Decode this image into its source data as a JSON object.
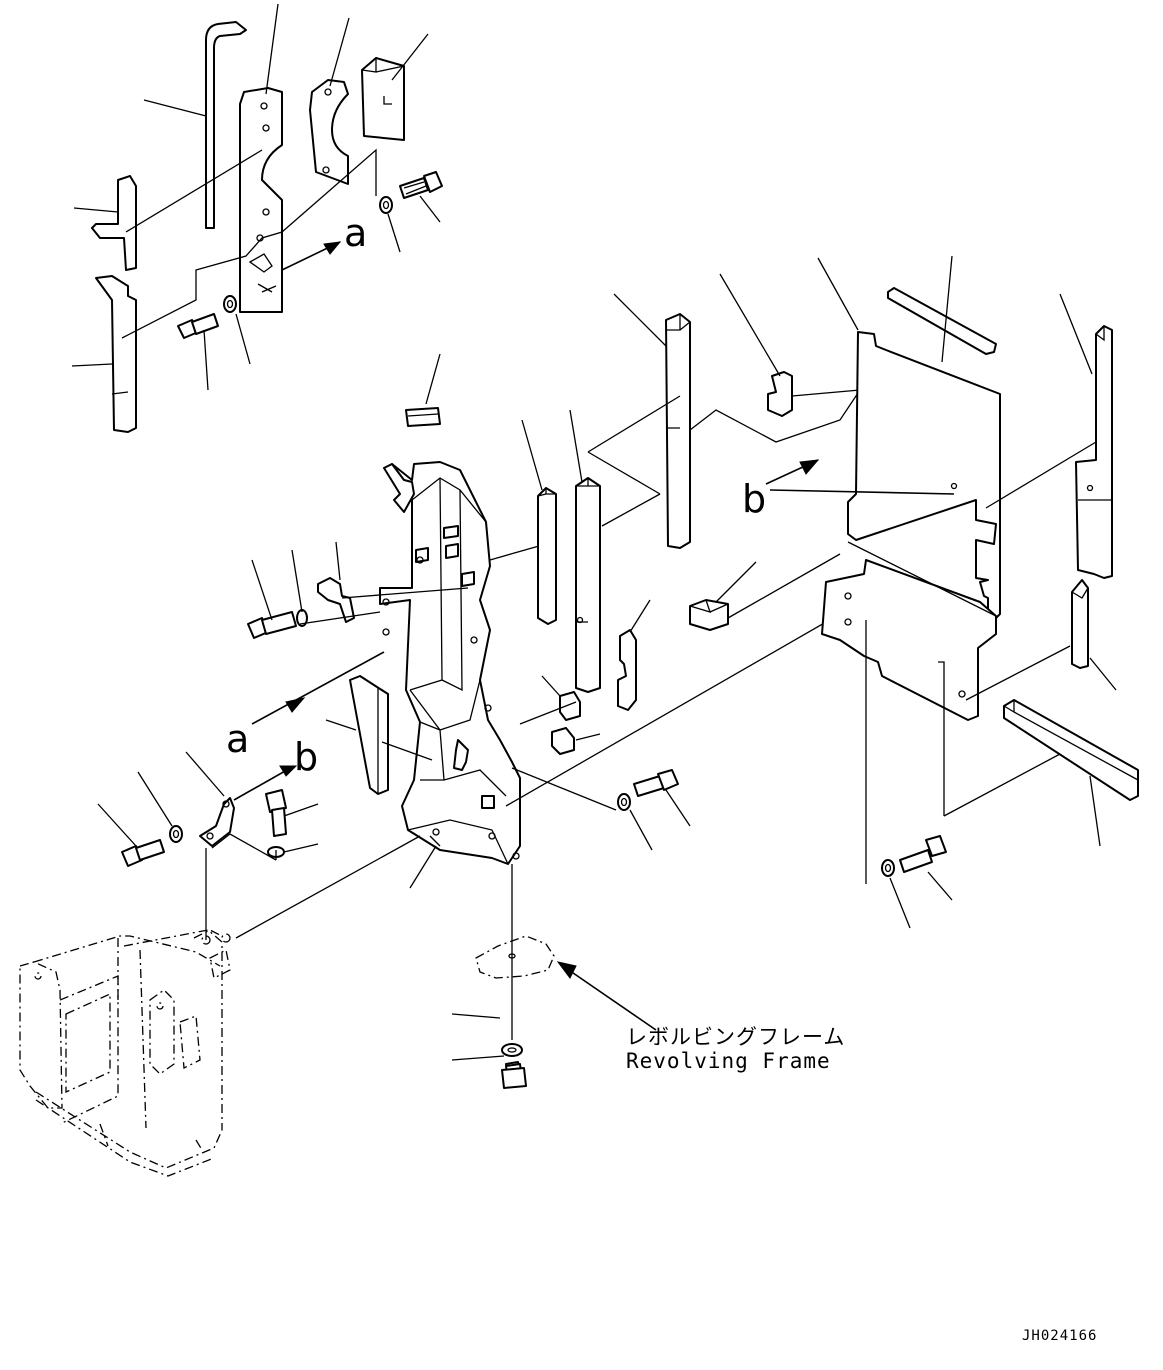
{
  "diagram": {
    "callouts": {
      "a_top": "a",
      "a_mid": "a",
      "b_right": "b",
      "b_left": "b"
    },
    "frame_label": {
      "japanese": "レボルビングフレーム",
      "english": "Revolving Frame"
    },
    "drawing_code": "JH024166"
  }
}
